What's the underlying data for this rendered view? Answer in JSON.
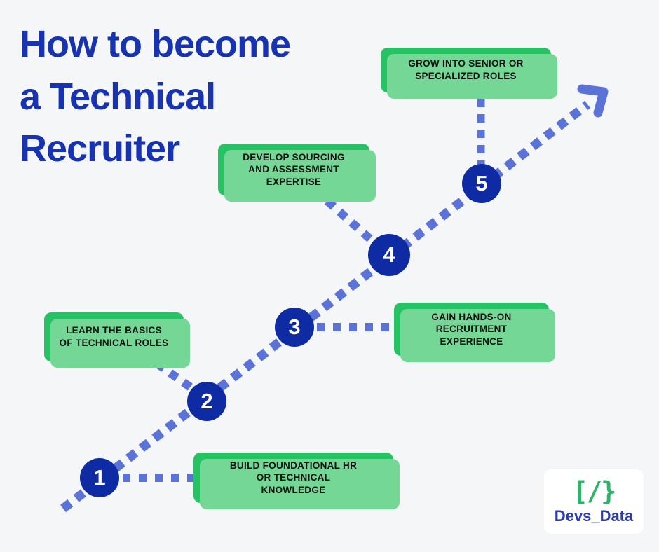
{
  "title": {
    "text": "How to become\na Technical\nRecruiter"
  },
  "steps": [
    {
      "number": "1",
      "label": "BUILD FOUNDATIONAL HR\nOR TECHNICAL\nKNOWLEDGE"
    },
    {
      "number": "2",
      "label": "LEARN THE BASICS\nOF TECHNICAL ROLES"
    },
    {
      "number": "3",
      "label": "GAIN HANDS-ON\nRECRUITMENT\nEXPERIENCE"
    },
    {
      "number": "4",
      "label": "DEVELOP SOURCING\nAND ASSESSMENT\nEXPERTISE"
    },
    {
      "number": "5",
      "label": "GROW INTO SENIOR OR\nSPECIALIZED ROLES"
    }
  ],
  "logo": {
    "icon_glyph": "[/}",
    "icon_name": "code-brackets-icon",
    "text": "Devs_Data"
  },
  "colors": {
    "background": "#f5f6f8",
    "title_blue": "#1733b0",
    "path_periwinkle": "#5b72d6",
    "circle_navy": "#0e2ba3",
    "box_green": "#27c263",
    "box_shadow_green": "#74d795",
    "box_text": "#101010",
    "logo_green": "#2db36a",
    "logo_blue": "#2b3cae"
  }
}
